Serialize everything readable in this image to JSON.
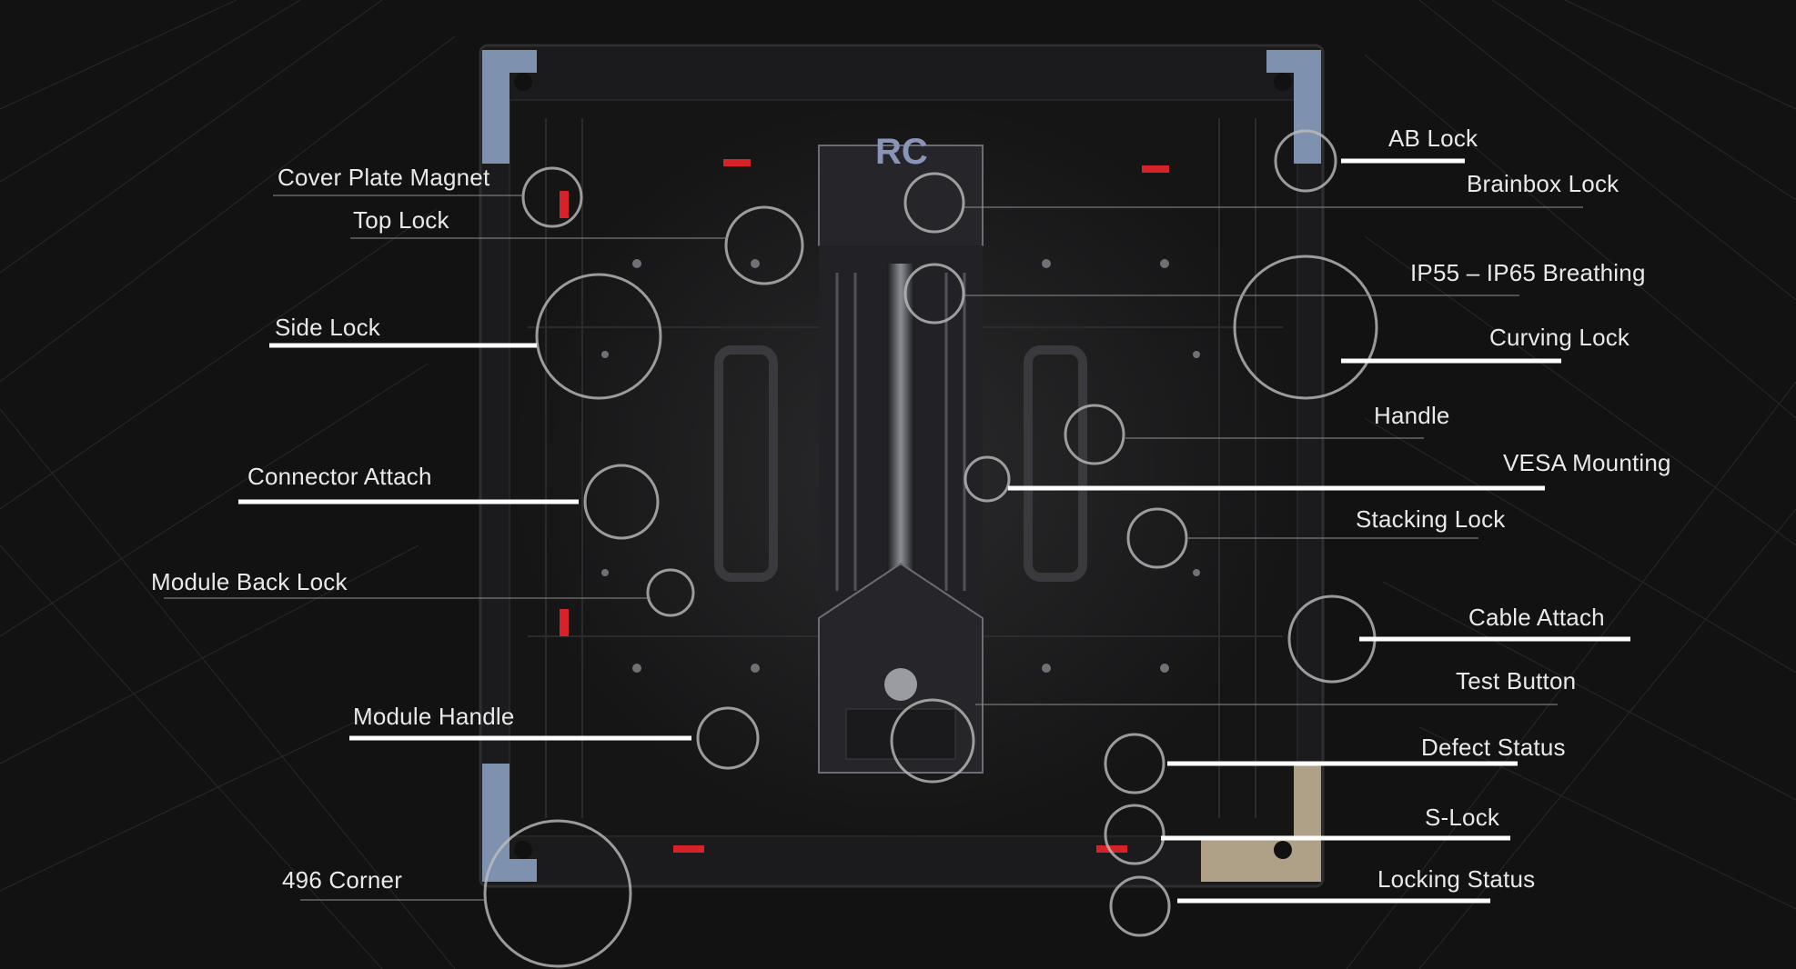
{
  "callouts_left": [
    {
      "id": "cover-plate-magnet",
      "label": "Cover Plate Magnet"
    },
    {
      "id": "top-lock",
      "label": "Top Lock"
    },
    {
      "id": "side-lock",
      "label": "Side Lock"
    },
    {
      "id": "connector-attach",
      "label": "Connector Attach"
    },
    {
      "id": "module-back-lock",
      "label": "Module Back Lock"
    },
    {
      "id": "module-handle",
      "label": "Module Handle"
    },
    {
      "id": "corner-496",
      "label": "496 Corner"
    }
  ],
  "callouts_right": [
    {
      "id": "ab-lock",
      "label": "AB Lock"
    },
    {
      "id": "brainbox-lock",
      "label": "Brainbox Lock"
    },
    {
      "id": "ip55-ip65-breathing",
      "label": "IP55 – IP65 Breathing"
    },
    {
      "id": "curving-lock",
      "label": "Curving Lock"
    },
    {
      "id": "handle",
      "label": "Handle"
    },
    {
      "id": "vesa-mounting",
      "label": "VESA Mounting"
    },
    {
      "id": "stacking-lock",
      "label": "Stacking Lock"
    },
    {
      "id": "cable-attach",
      "label": "Cable Attach"
    },
    {
      "id": "test-button",
      "label": "Test Button"
    },
    {
      "id": "defect-status",
      "label": "Defect Status"
    },
    {
      "id": "s-lock",
      "label": "S-Lock"
    },
    {
      "id": "locking-status",
      "label": "Locking Status"
    }
  ],
  "colors": {
    "background": "#121212",
    "panel": "#1c1c1e",
    "callout_line": "#ffffff",
    "accent_red": "#d6232a",
    "corner_blue": "#8fa6c8"
  },
  "logo_text": "RC"
}
